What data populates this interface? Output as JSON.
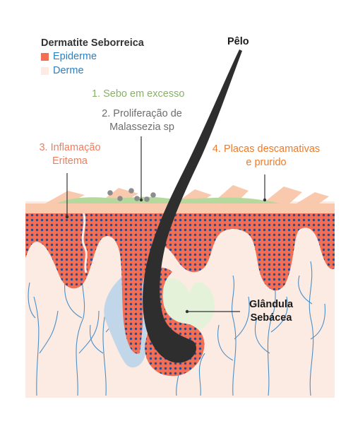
{
  "legend": {
    "title": "Dermatite Seborreica",
    "items": [
      {
        "label": "Epiderme",
        "color": "#f26e55"
      },
      {
        "label": "Derme",
        "color": "#fcebe3"
      }
    ]
  },
  "labels": {
    "hair": "Pêlo",
    "sebum": "1. Sebo em excesso",
    "malassezia_1": "2. Proliferação de",
    "malassezia_2": "Malassezia sp",
    "inflammation_1": "3. Inflamação",
    "inflammation_2": "Eritema",
    "plaques_1": "4. Placas descamativas",
    "plaques_2": "e prurido",
    "gland_1": "Glândula",
    "gland_2": "Sebácea"
  },
  "colors": {
    "epidermis": "#f26e55",
    "dermis": "#fcebe3",
    "dots": "#2f4d8a",
    "sebum": "#b5d99c",
    "scales": "#f9c9ae",
    "hair": "#2e2e2e",
    "follicle_blue": "#c2d6ea",
    "gland_green": "#e4f2da",
    "vessels": "#4a8fc9",
    "sebum_text": "#8ab06a",
    "malassezia_text": "#6d6d6d",
    "inflammation_text": "#f07d5e",
    "plaques_text": "#ee7a2a",
    "legend_text": "#2e7fbf"
  }
}
